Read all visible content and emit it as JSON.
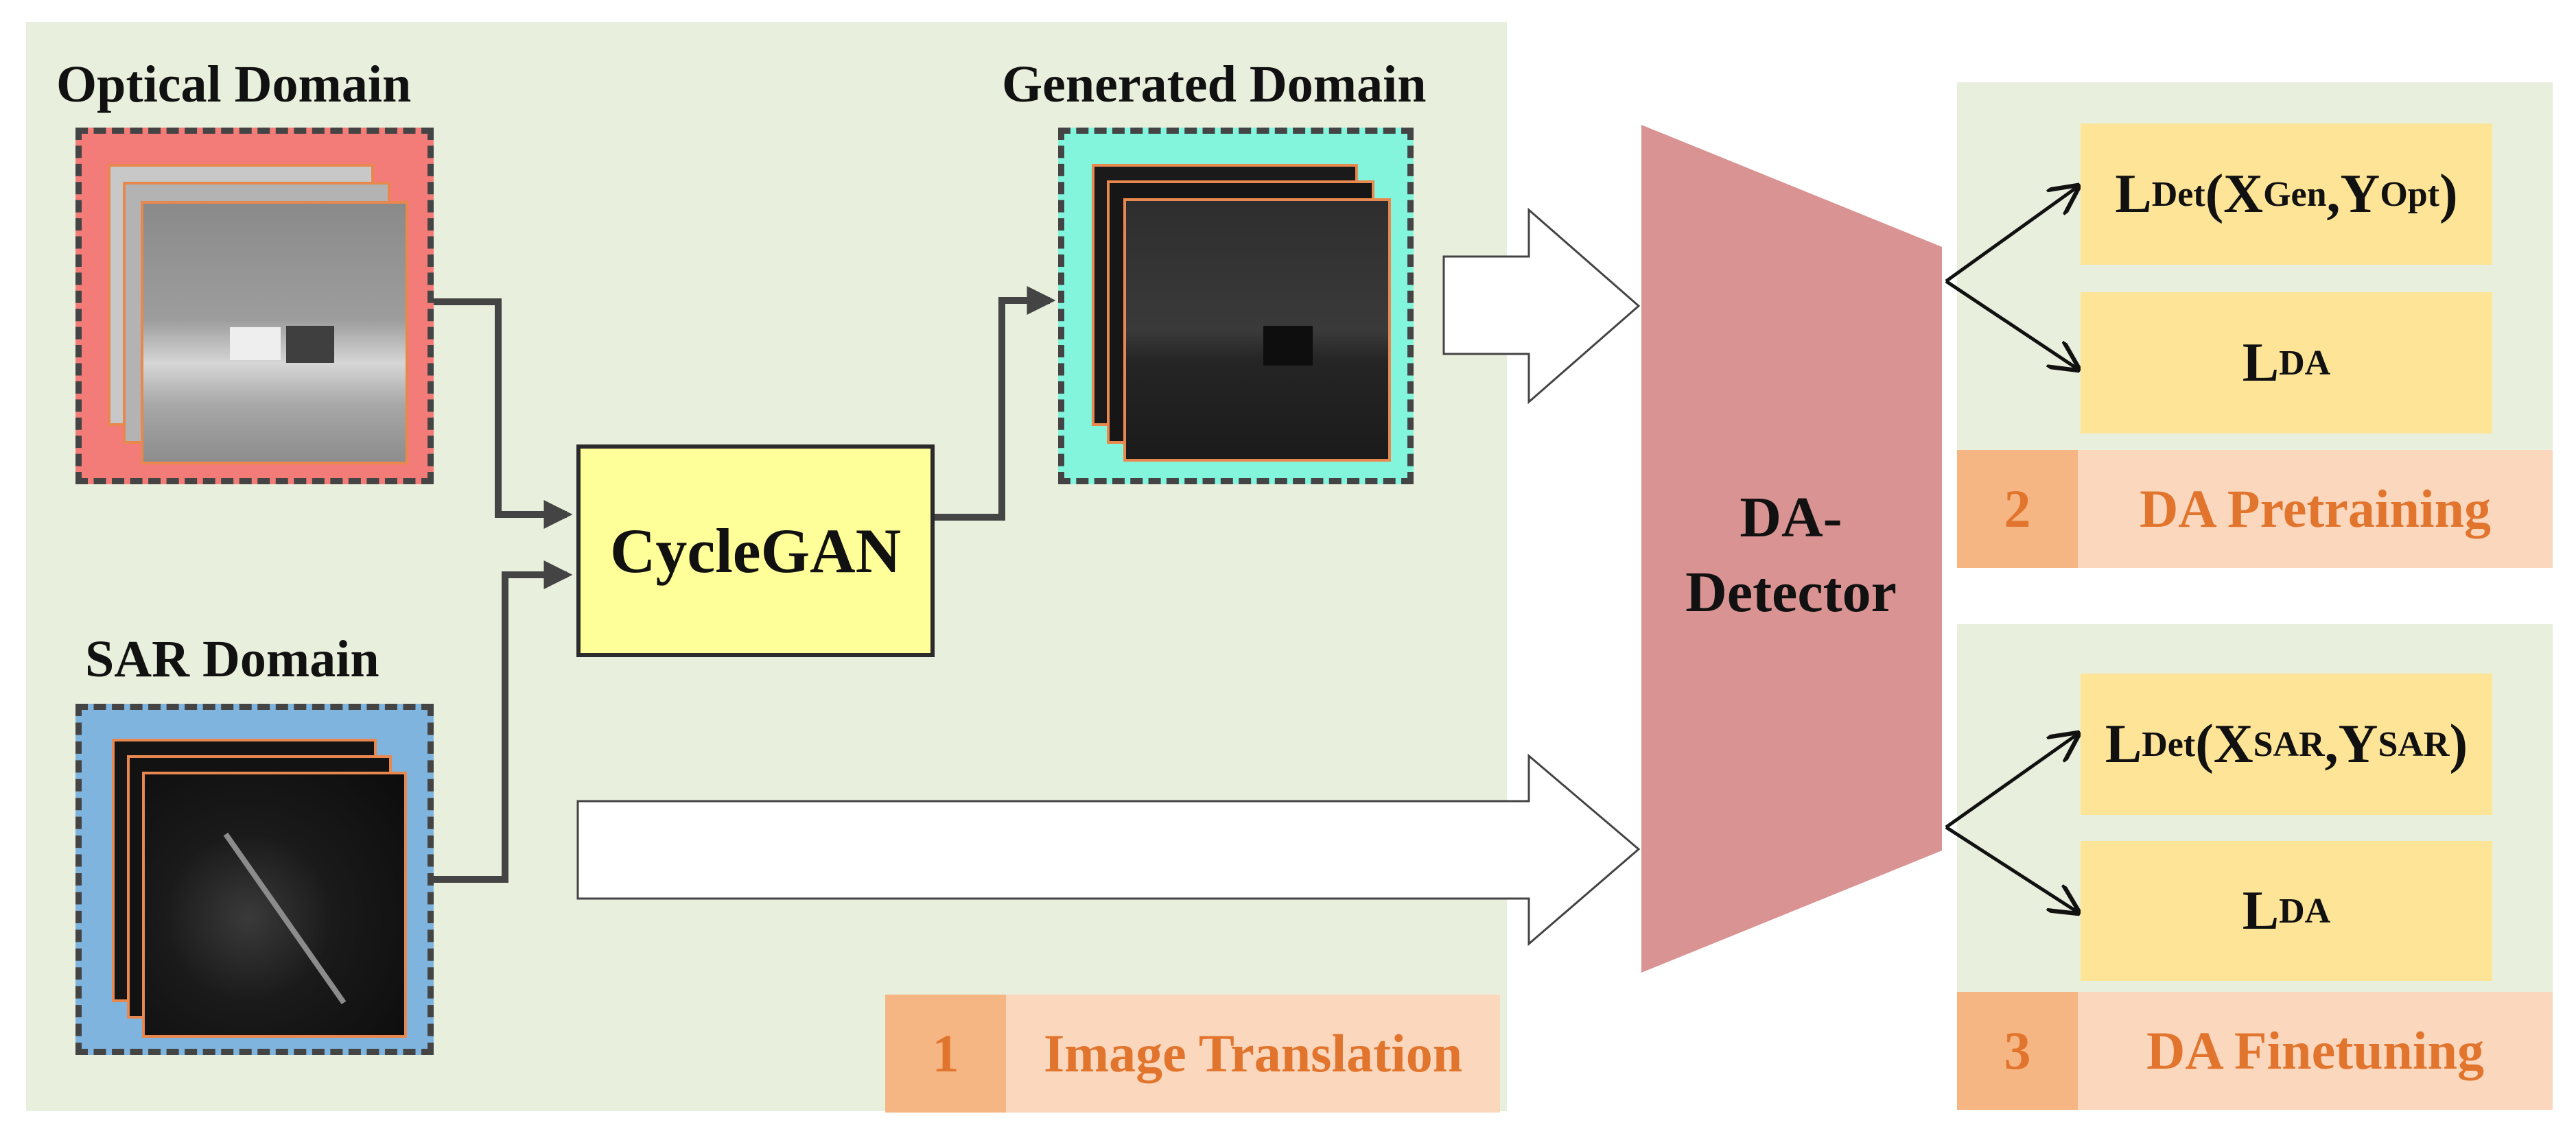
{
  "image_translation": {
    "optical_label": "Optical Domain",
    "sar_label": "SAR Domain",
    "generated_label": "Generated Domain",
    "cyclegan_label": "CycleGAN",
    "stage_number": "1",
    "stage_title": "Image Translation"
  },
  "detector": {
    "line1": "DA-",
    "line2": "Detector"
  },
  "pretraining": {
    "loss_det": {
      "main": "L",
      "sub": "Det",
      "open": "(X",
      "x_sub": "Gen",
      "comma": ",Y",
      "y_sub": "Opt",
      "close": ")"
    },
    "loss_da": {
      "main": "L",
      "sub": "DA"
    },
    "stage_number": "2",
    "stage_title": "DA Pretraining"
  },
  "finetuning": {
    "loss_det": {
      "main": "L",
      "sub": "Det",
      "open": "(X",
      "x_sub": "SAR",
      "comma": ",Y",
      "y_sub": "SAR",
      "close": ")"
    },
    "loss_da": {
      "main": "L",
      "sub": "DA"
    },
    "stage_number": "3",
    "stage_title": "DA Finetuning"
  },
  "colors": {
    "panel_bg": "#e9efdd",
    "optical_bg": "#f47c78",
    "sar_bg": "#7eb4de",
    "generated_bg": "#82f5dc",
    "cyclegan_bg": "#ffff99",
    "detector": "#d89392",
    "loss_bg": "#fde497",
    "stage_num_bg": "#f6b684",
    "stage_title_bg": "#fbd7bd",
    "stage_text": "#e2752e"
  }
}
